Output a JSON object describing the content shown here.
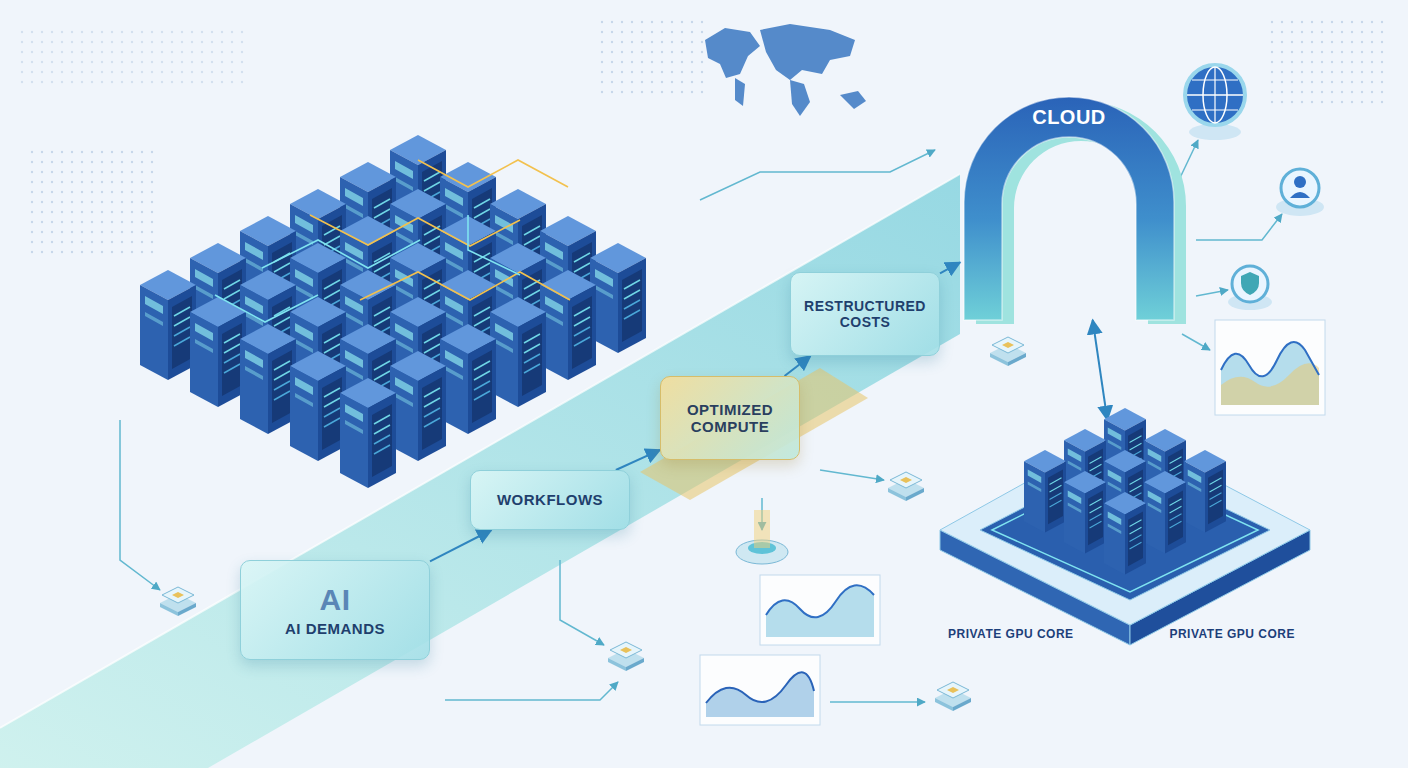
{
  "diagram": {
    "nodes": [
      {
        "text": [
          "AI",
          "AI DEMANDS"
        ]
      },
      {
        "text": [
          "WORKFLOWS"
        ]
      },
      {
        "text": [
          "OPTIMIZED COMPUTE"
        ]
      },
      {
        "text": [
          "RESTRUCTURED COSTS"
        ]
      },
      {
        "text": [
          "CLOUD"
        ]
      },
      {
        "text": [
          "PRIVATE GPU CORE",
          "PRIVATE GPU CORE"
        ]
      }
    ],
    "edges": [
      {
        "from": 0,
        "to": 1,
        "arrow": "to"
      },
      {
        "from": 1,
        "to": 2,
        "arrow": "to"
      },
      {
        "from": 2,
        "to": 3,
        "arrow": "to"
      },
      {
        "from": 3,
        "to": 4,
        "arrow": "to"
      },
      {
        "from": 4,
        "to": 5,
        "arrow": "both"
      }
    ]
  }
}
